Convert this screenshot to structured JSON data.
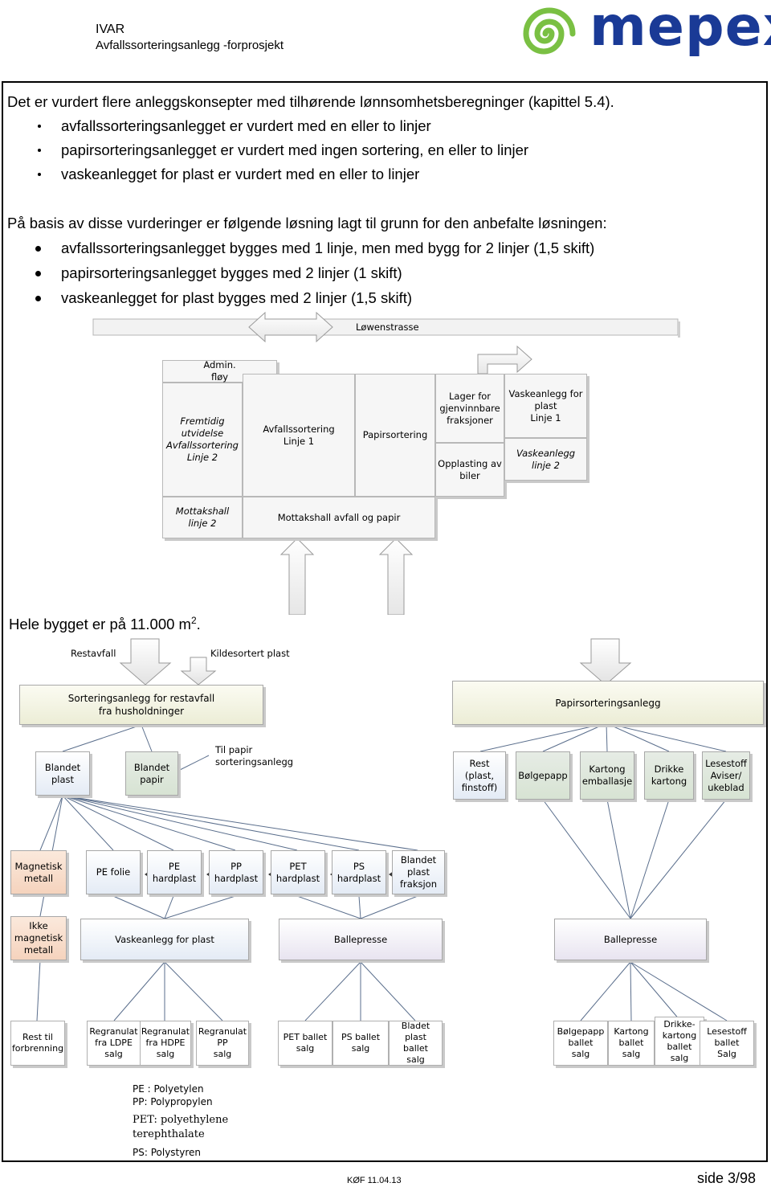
{
  "header": {
    "org": "IVAR",
    "project": "Avfallssorteringsanlegg -forprosjekt",
    "logo_text": "mepex",
    "logo_color": "#1a3a96",
    "logo_accent": "#7ac043"
  },
  "intro": "Det er vurdert flere anleggskonsepter med tilhørende lønnsomhetsberegninger (kapittel 5.4).",
  "concepts": [
    "avfallssorteringsanlegget er vurdert med en eller to linjer",
    "papirsorteringsanlegget er vurdert med ingen sortering, en eller to linjer",
    "vaskeanlegget for plast er vurdert med en eller to linjer"
  ],
  "basis": "På basis av disse vurderinger er følgende løsning lagt til grunn for den anbefalte løsningen:",
  "solution": [
    "avfallssorteringsanlegget bygges med 1 linje, men med bygg for 2 linjer (1,5 skift)",
    "papirsorteringsanlegget bygges med 2 linjer (1 skift)",
    "vaskeanlegget for plast bygges med 2 linjer (1,5 skift)"
  ],
  "plan": {
    "street": "Løwenstrasse",
    "admin": "Admin.\nfløy",
    "future": "Fremtidig\nutvidelse\nAvfallssortering\nLinje 2",
    "line1": "Avfallssortering\nLinje 1",
    "paper": "Papirsortering",
    "storage": "Lager for\ngjenvinnbare\nfraksjoner",
    "loading": "Opplasting av\nbiler",
    "wash1": "Vaskeanlegg for\nplast\nLinje 1",
    "wash2": "Vaskeanlegg\nlinje 2",
    "recv2": "Mottakshall\nlinje 2",
    "recv": "Mottakshall avfall og papir"
  },
  "size_text": "Hele bygget er på 11.000 m",
  "size_sup": "2",
  "size_end": ".",
  "flow": {
    "in_rest": "Restavfall",
    "in_plast": "Kildesortert plast",
    "sort_rest": "Sorteringsanlegg for restavfall\nfra husholdninger",
    "paper_plant": "Papirsorteringsanlegg",
    "mixed_plast": "Blandet\nplast",
    "mixed_paper": "Blandet\npapir",
    "to_paper": "Til papir\nsorteringsanlegg",
    "rest": "Rest (plast,\nfinstoff)",
    "corrugated": "Bølgepapp",
    "carton": "Kartong\nemballasje",
    "drinks": "Drikke\nkartong",
    "reading": "Lesestoff\nAviser/\nukeblad",
    "magnetic": "Magnetisk\nmetall",
    "pe_film": "PE folie",
    "pe_hard": "PE\nhardplast",
    "pp_hard": "PP\nhardplast",
    "pet_hard": "PET\nhardplast",
    "ps_hard": "PS\nhardplast",
    "mixed_fraction": "Blandet\nplast\nfraksjon",
    "nonmagnetic": "Ikke\nmagnetisk\nmetall",
    "wash": "Vaskeanlegg for plast",
    "baler1": "Ballepresse",
    "baler2": "Ballepresse",
    "out_rest": "Rest til\nforbrenning",
    "out_ldpe": "Regranulat\nfra LDPE\nsalg",
    "out_hdpe": "Regranulat\nfra HDPE\nsalg",
    "out_pp": "Regranulat\nPP\nsalg",
    "out_pet": "PET ballet\nsalg",
    "out_ps": "PS ballet\nsalg",
    "out_mixed": "Bladet plast\nballet\nsalg",
    "out_corr": "Bølgepapp\nballet\nsalg",
    "out_carton": "Kartong\nballet\nsalg",
    "out_drinks": "Drikke-\nkartong\nballet\nsalg",
    "out_reading": "Lesestoff\nballet\nSalg"
  },
  "legend": {
    "pe": "PE : Polyetylen",
    "pp": "PP: Polypropylen",
    "pet": "PET: polyethylene\nterephthalate",
    "ps": "PS: Polystyren"
  },
  "footer": {
    "code": "KØF 11.04.13",
    "page": "side 3/98"
  }
}
